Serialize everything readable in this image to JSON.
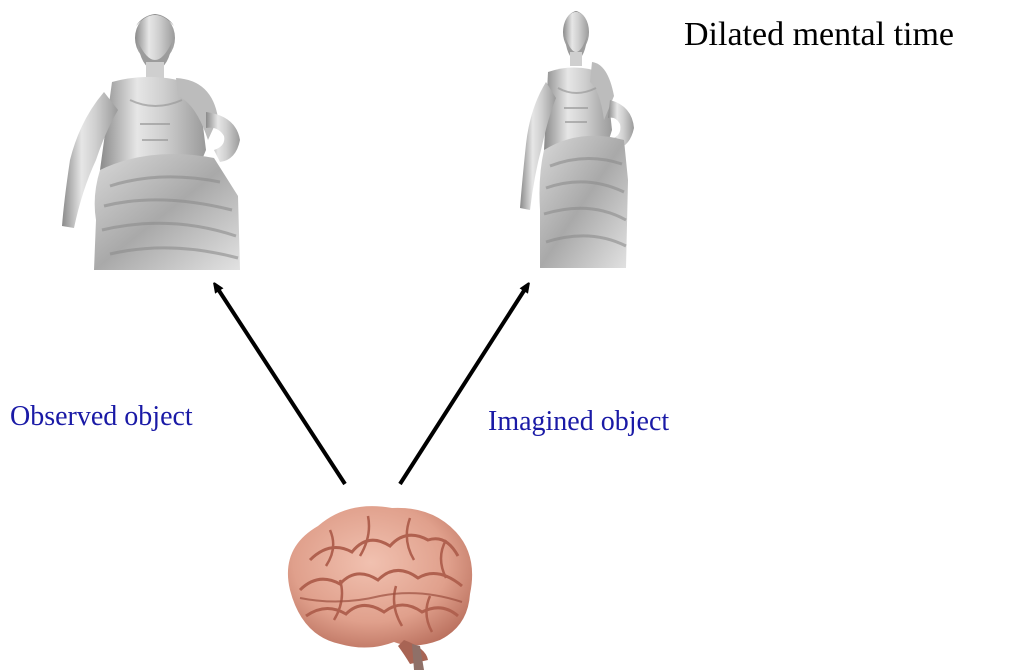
{
  "title": "Dilated mental time",
  "labels": {
    "observed": "Observed object",
    "imagined": "Imagined object"
  },
  "colors": {
    "label_blue": "#1a1aa6",
    "arrow": "#000000",
    "marble_light": "#eeeeee",
    "marble_mid": "#bdbdbd",
    "marble_dark": "#7a7a7a",
    "brain_base": "#e6a896",
    "brain_shade": "#b86d5c"
  },
  "objects": {
    "left_statue": "statue-icon",
    "right_statue": "statue-icon",
    "brain": "brain-icon"
  }
}
